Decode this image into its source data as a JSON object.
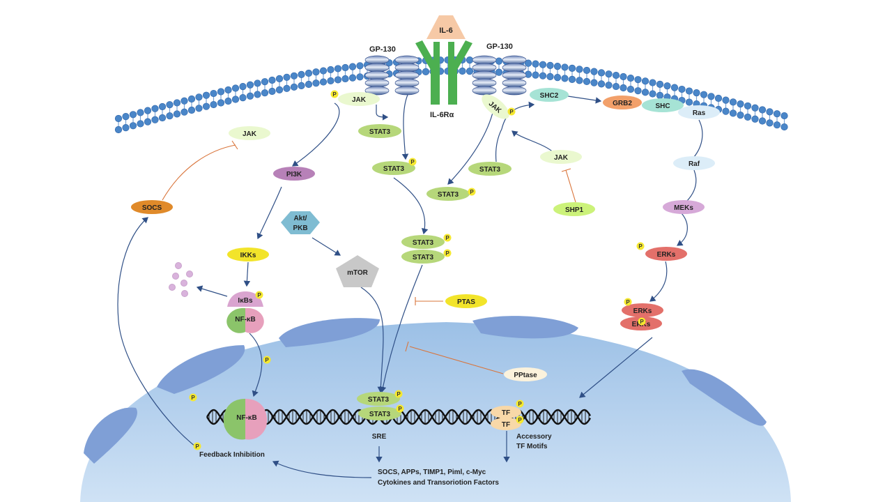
{
  "receptors": {
    "il6": "IL-6",
    "il6r": "IL-6Rα",
    "gp130_left": "GP-130",
    "gp130_right": "GP-130"
  },
  "jak": {
    "jak_left": "JAK",
    "jak_right": "JAK",
    "jak_cyto": "JAK",
    "jak_lower_right": "JAK"
  },
  "stat": {
    "s1": "STAT3",
    "s2": "STAT3",
    "s3": "STAT3",
    "s4": "STAT3",
    "dimer_top": "STAT3",
    "dimer_bottom": "STAT3",
    "nuc_top": "STAT3",
    "nuc_bottom": "STAT3"
  },
  "pathway": {
    "pi3k": "PI3K",
    "socs": "SOCS",
    "akt": "Akt/\nPKB",
    "akt_line1": "Akt/",
    "akt_line2": "PKB",
    "mtor": "mTOR",
    "ikks": "IKKs",
    "ikbs": "IκBs",
    "nfkb_cyto": "NF-κB",
    "nfkb_nuc": "NF-κB",
    "shc2": "SHC2",
    "grb2": "GRB2",
    "shc": "SHC",
    "ras": "Ras",
    "raf": "Raf",
    "meks": "MEKs",
    "erks": "ERKs",
    "erks_top": "ERKs",
    "erks_bottom": "ERKs",
    "shp1": "SHP1",
    "ptas": "PTAS",
    "pptase": "PPtase"
  },
  "nucleus": {
    "tf_top": "TF",
    "tf_bottom": "TF",
    "sre": "SRE",
    "accessory_line1": "Accessory",
    "accessory_line2": "TF Motifs",
    "feedback": "Feedback Inhibition",
    "output_line1": "SOCS, APPs, TIMP1, Piml, c-Myc",
    "output_line2": "Cytokines and Transoriotion Factors"
  },
  "phospho_label": "P",
  "colors": {
    "membrane": "#4a86c8",
    "nucleus": "#a9c9e8",
    "arrow": "#2f4f86",
    "inhibit": "#d9743a",
    "stat": "#b6d77a",
    "phospho": "#f5e830"
  }
}
